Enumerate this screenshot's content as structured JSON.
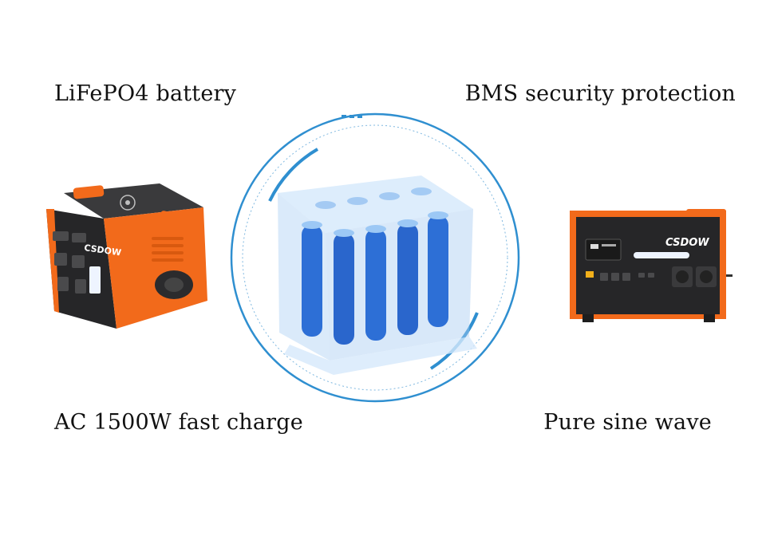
{
  "features": {
    "top_left": "LiFePO4 battery",
    "top_right": "BMS security protection",
    "bottom_left": "AC 1500W fast charge",
    "bottom_right": "Pure sine wave"
  },
  "brand_logo": "CSDOW",
  "colors": {
    "accent_orange": "#f26a1b",
    "body_dark": "#2b2b2d",
    "ring_blue": "#2f8fd0",
    "cell_blue": "#2d6fd6"
  },
  "icons": [
    "wireless-charging-icon",
    "lcd-screen-icon",
    "ac-outlet-icon",
    "usb-port-icon"
  ]
}
